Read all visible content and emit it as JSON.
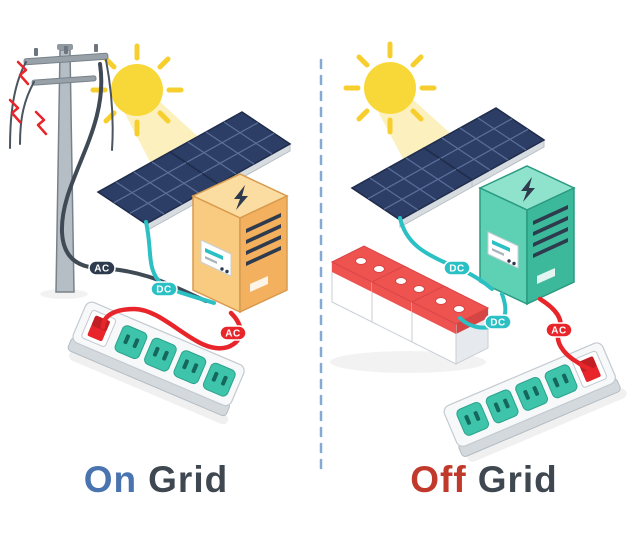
{
  "colors": {
    "navy": "#2e3a4d",
    "teal": "#2bc0c4",
    "red": "#e8252a",
    "sun_yellow": "#f8d838",
    "ray_yellow": "#f6cf2f",
    "panel_blue": "#2c3e66",
    "inverter_orange": "#f9cb80",
    "inverter_teal": "#5ed1b5",
    "outlet_teal": "#3ec4aa",
    "battery_red": "#ef5350",
    "on_blue": "#4a74b0",
    "off_red": "#c0392b",
    "grid_gray": "#3f4850",
    "divider_blue": "#85a9d6"
  },
  "left": {
    "title_primary": "On",
    "title_secondary": "Grid",
    "badges": {
      "grid_ac": "AC",
      "panel_dc": "DC",
      "output_ac": "AC"
    }
  },
  "right": {
    "title_primary": "Off",
    "title_secondary": "Grid",
    "badges": {
      "panel_dc": "DC",
      "battery_dc": "DC",
      "output_ac": "AC"
    }
  }
}
